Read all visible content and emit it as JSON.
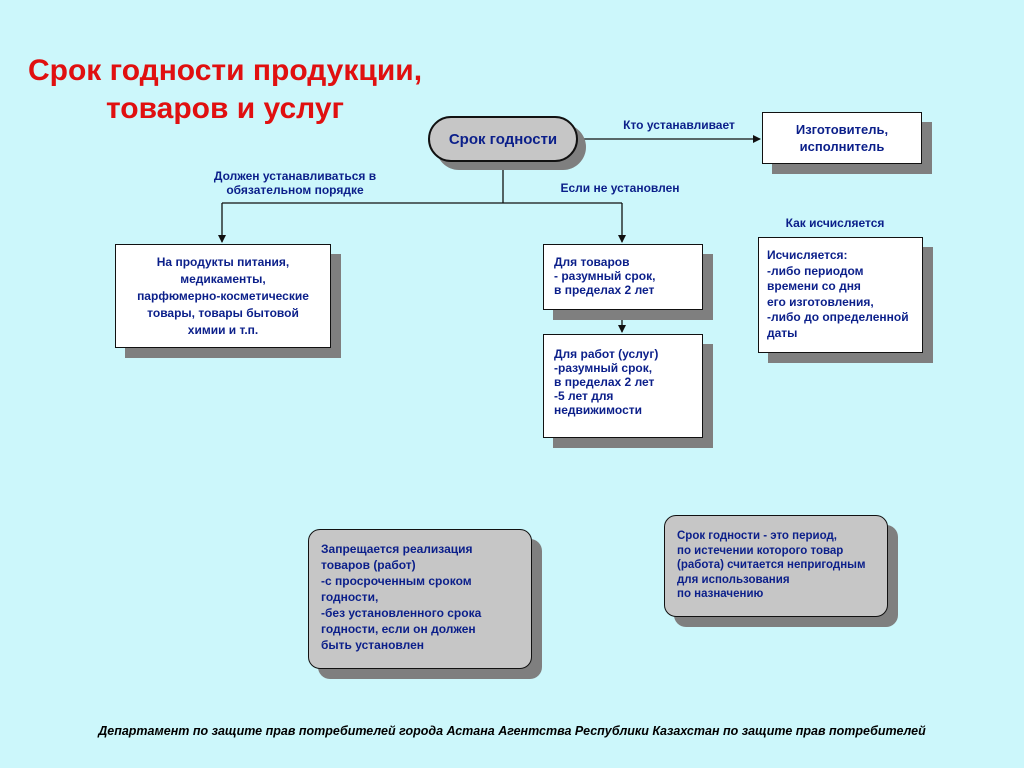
{
  "title": {
    "line1": "Срок годности продукции,",
    "line2": "товаров и услуг"
  },
  "root": {
    "label": "Срок годности"
  },
  "edges": {
    "who_sets": "Кто устанавливает",
    "must_set": {
      "line1": "Должен устанавливаться в",
      "line2": "обязательном порядке"
    },
    "if_not_set": "Если не установлен",
    "how_calc": "Как исчисляется"
  },
  "boxes": {
    "manufacturer": {
      "line1": "Изготовитель,",
      "line2": "исполнитель"
    },
    "products": {
      "lines": [
        "На продукты питания,",
        "медикаменты,",
        "парфюмерно-косметические",
        "товары, товары бытовой",
        "химии и т.п."
      ]
    },
    "goods": {
      "lines": [
        "Для товаров",
        "- разумный срок,",
        "в пределах 2 лет"
      ]
    },
    "works": {
      "lines": [
        "Для работ (услуг)",
        "-разумный срок,",
        "в пределах 2 лет",
        "-5 лет для",
        "недвижимости"
      ]
    },
    "calculation": {
      "lines": [
        "Исчисляется:",
        "-либо периодом",
        "времени со дня",
        "его изготовления,",
        "-либо до определенной",
        "даты"
      ]
    }
  },
  "cards": {
    "prohibition": {
      "lines": [
        "Запрещается реализация",
        "товаров (работ)",
        "-с просроченным сроком",
        "годности,",
        "-без установленного срока",
        "годности, если он должен",
        "быть установлен"
      ]
    },
    "definition": {
      "lines": [
        "Срок годности - это период,",
        "по истечении которого товар",
        "(работа) считается непригодным",
        "для использования",
        "по назначению"
      ]
    }
  },
  "footer": "Департамент по защите прав потребителей города Астана Агентства Республики Казахстан по защите прав потребителей"
}
